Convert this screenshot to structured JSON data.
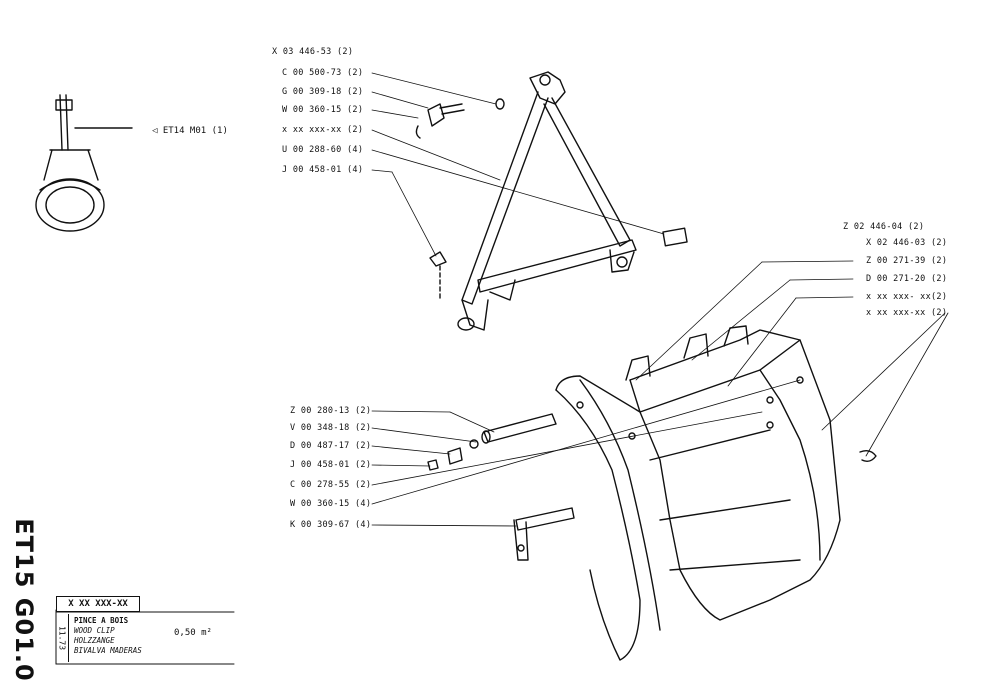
{
  "reference": {
    "arrow": "◁",
    "text": "ET14 M01 (1)"
  },
  "labels_top": [
    "X 03 446-53 (2)",
    "C 00 500-73 (2)",
    "G 00 309-18 (2)",
    "W 00 360-15 (2)",
    "x xx xxx-xx (2)",
    "U 00 288-60 (4)",
    "J 00 458-01 (4)"
  ],
  "labels_right": [
    "Z 02 446-04 (2)",
    "X 02 446-03 (2)",
    "Z 00 271-39 (2)",
    "D 00 271-20 (2)",
    "x xx xxx- xx(2)",
    "x xx xxx-xx (2)"
  ],
  "labels_left": [
    "Z 00 280-13 (2)",
    "V 00 348-18 (2)",
    "D 00 487-17 (2)",
    "J 00 458-01 (2)",
    "C 00 278-55 (2)",
    "W 00 360-15 (4)",
    "K 00 309-67 (4)"
  ],
  "side_code": "ET15 G01.0",
  "title_block": {
    "code": "X XX XXX-XX",
    "date": "11.73",
    "names": [
      "PINCE A BOIS",
      "WOOD CLIP",
      "HOLZZANGE",
      "BIVALVA MADERAS"
    ],
    "volume": "0,50 m²"
  }
}
